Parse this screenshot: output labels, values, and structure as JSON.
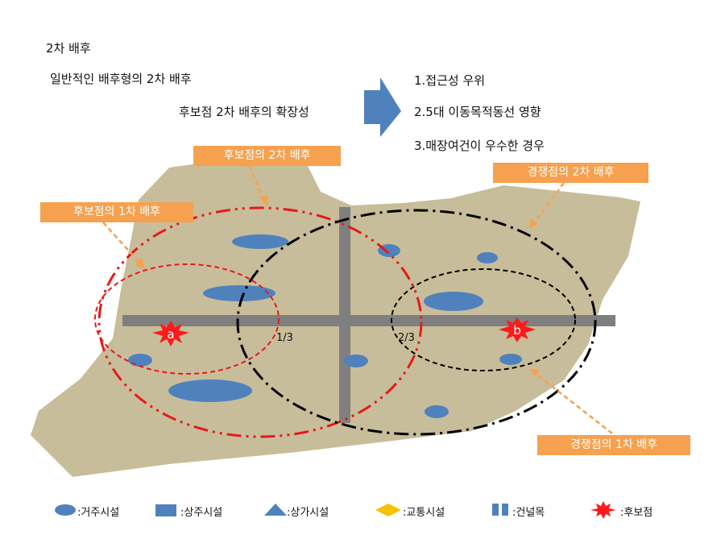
{
  "header": {
    "title": "2차 배후",
    "subtitle": "일반적인 배후형의 2차 배후",
    "expansion": "후보점 2차 배후의 확장성",
    "factors": [
      "1.접근성 우위",
      "2.5대 이동목적동선 영향",
      "3.매장여건이 우수한 경우"
    ]
  },
  "diagram": {
    "callouts": {
      "candidate_secondary": "후보점의 2차 배후",
      "candidate_primary": "후보점의 1차 배후",
      "competitor_secondary": "경쟁점의 2차 배후",
      "competitor_primary": "경쟁점의 1차 배후"
    },
    "points": {
      "candidate": "a",
      "competitor": "b"
    },
    "ratios": {
      "one_third": "1/3",
      "two_thirds": "2/3"
    }
  },
  "legend": [
    {
      "icon": "residential-ellipse-icon",
      "label": ":거주시설"
    },
    {
      "icon": "mixed-use-square-icon",
      "label": ":상주시설"
    },
    {
      "icon": "commercial-triangle-icon",
      "label": ":상가시설"
    },
    {
      "icon": "transport-diamond-icon",
      "label": ":교통시설"
    },
    {
      "icon": "crosswalk-bars-icon",
      "label": ":건널목"
    },
    {
      "icon": "candidate-star-icon",
      "label": ":후보점"
    }
  ],
  "colors": {
    "land": "#c8bd9a",
    "road": "#7f7f7f",
    "facility": "#4f81bd",
    "candidate_ring": "#e41a1a",
    "competitor_ring": "#000000",
    "callout": "#f6a14f",
    "arrow": "#4f81bd",
    "transport": "#f5c200"
  }
}
